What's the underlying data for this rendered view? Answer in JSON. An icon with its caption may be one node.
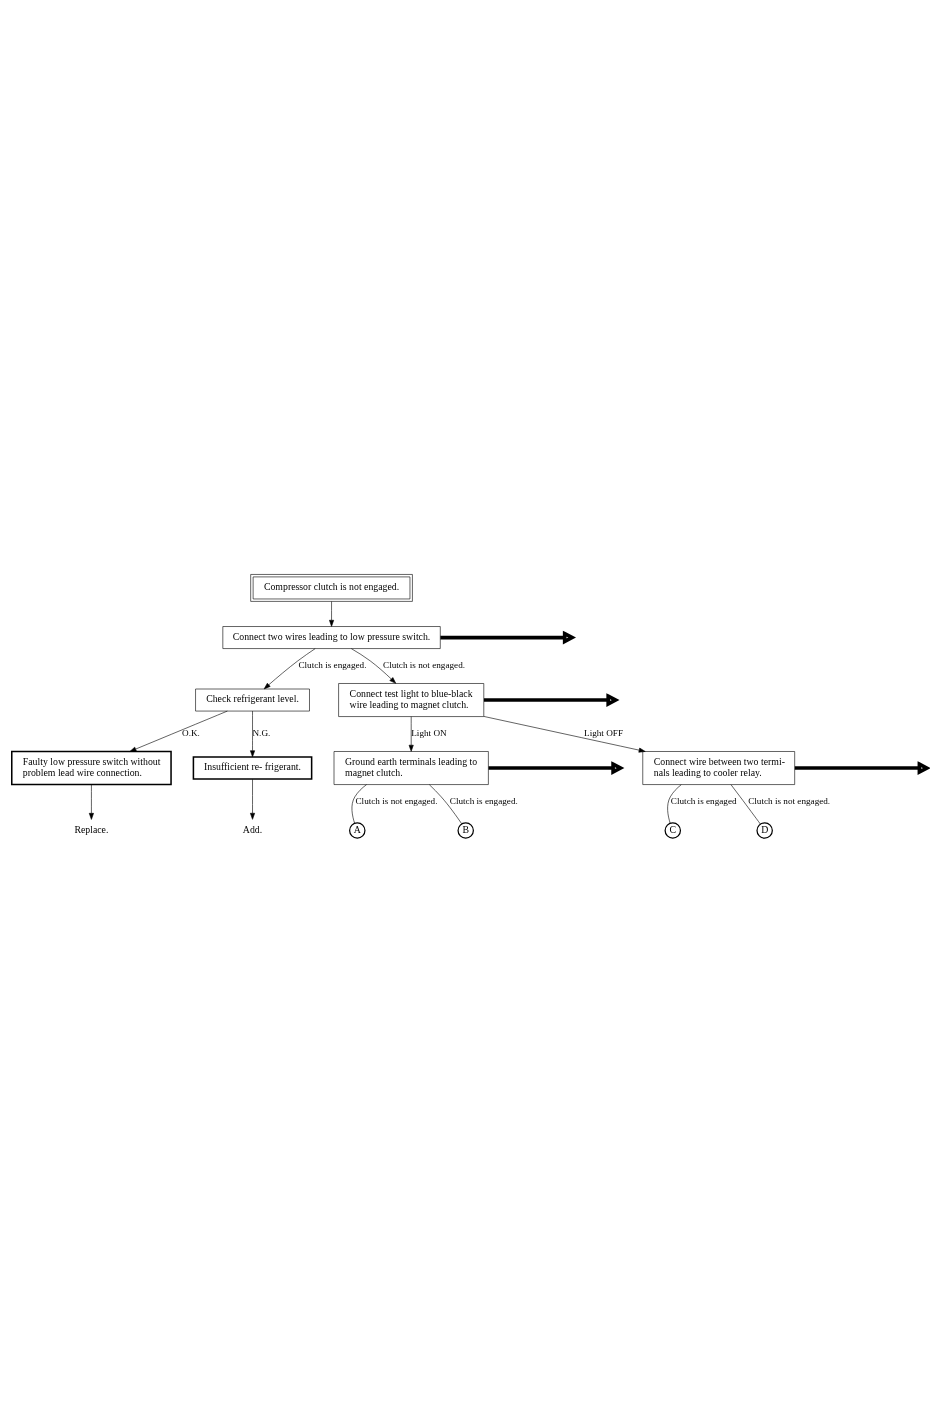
{
  "diagram": {
    "nodes": [
      {
        "text": [
          "Compressor clutch is not engaged."
        ]
      },
      {
        "text": [
          "Connect two wires leading to low pressure switch."
        ]
      },
      {
        "text": [
          "Check refrigerant level."
        ]
      },
      {
        "text": [
          "Faulty low pressure switch without problem lead wire connection."
        ]
      },
      {
        "text": [
          "Replace."
        ]
      },
      {
        "text": [
          "Insufficient re- frigerant."
        ]
      },
      {
        "text": [
          "Add."
        ]
      },
      {
        "text": [
          "Connect test light to blue-black wire leading to magnet clutch."
        ]
      },
      {
        "text": [
          "Ground earth terminals leading to magnet clutch."
        ]
      },
      {
        "text": [
          "Connect wire between two termi- nals leading to cooler relay."
        ]
      },
      {
        "text": [
          "A"
        ]
      },
      {
        "text": [
          "B"
        ]
      },
      {
        "text": [
          "C"
        ]
      },
      {
        "text": [
          "D"
        ]
      }
    ],
    "edges": [
      {
        "from": 0,
        "to": 1,
        "arrow": "to"
      },
      {
        "from": 1,
        "to": 2,
        "arrow": "to",
        "label": "Clutch is engaged."
      },
      {
        "from": 1,
        "to": 7,
        "arrow": "to",
        "label": "Clutch is not engaged."
      },
      {
        "from": 2,
        "to": 3,
        "arrow": "to",
        "label": "O.K."
      },
      {
        "from": 2,
        "to": 5,
        "arrow": "to",
        "label": "N.G."
      },
      {
        "from": 3,
        "to": 4,
        "arrow": "to"
      },
      {
        "from": 5,
        "to": 6,
        "arrow": "to"
      },
      {
        "from": 7,
        "to": 8,
        "arrow": "to",
        "label": "Light ON"
      },
      {
        "from": 7,
        "to": 9,
        "arrow": "to",
        "label": "Light OFF"
      },
      {
        "from": 8,
        "to": 10,
        "arrow": "none",
        "label": "Clutch is not engaged."
      },
      {
        "from": 8,
        "to": 11,
        "arrow": "none",
        "label": "Clutch is engaged."
      },
      {
        "from": 9,
        "to": 12,
        "arrow": "none",
        "label": "Clutch is engaged"
      },
      {
        "from": 9,
        "to": 13,
        "arrow": "none",
        "label": "Clutch is not engaged."
      },
      {
        "from": 1,
        "to": null,
        "arrow": "to",
        "style": "thick"
      },
      {
        "from": 7,
        "to": null,
        "arrow": "to",
        "style": "thick"
      },
      {
        "from": 8,
        "to": null,
        "arrow": "to",
        "style": "thick"
      },
      {
        "from": 9,
        "to": null,
        "arrow": "to",
        "style": "thick"
      }
    ]
  }
}
